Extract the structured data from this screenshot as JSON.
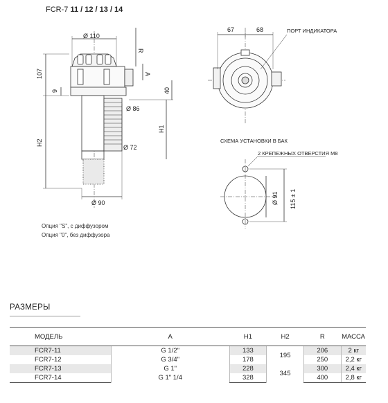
{
  "header": {
    "title_prefix": "FCR-7",
    "title_models": "11 / 12 / 13 / 14"
  },
  "drawing": {
    "dim_top_dia": "Ø 110",
    "dim_r": "R",
    "dim_a": "A",
    "dim_107": "107",
    "dim_9": "9",
    "dim_40": "40",
    "dim_86": "Ø 86",
    "dim_h1": "H1",
    "dim_h2": "H2",
    "dim_72": "Ø 72",
    "dim_90": "Ø 90",
    "top_dim_67": "67",
    "top_dim_68": "68",
    "port_label": "ПОРТ ИНДИКАТОРА",
    "install_title": "СХЕМА УСТАНОВКИ В БАК",
    "holes_label": "2 КРЕПЕЖНЫХ ОТВЕРСТИЯ М8",
    "dim_91": "Ø 91",
    "dim_115": "115 ± 1",
    "option_s": "Опция \"S\", с диффузором",
    "option_0": "Опция \"0\", без диффузора"
  },
  "sizes": {
    "section_title": "РАЗМЕРЫ",
    "headers": [
      "МОДЕЛЬ",
      "А",
      "H1",
      "H2",
      "R",
      "МАССА"
    ],
    "models": [
      "FCR7-11",
      "FCR7-12",
      "FCR7-13",
      "FCR7-14"
    ],
    "a_values": [
      "G 1/2\"",
      "G 3/4\"",
      "G 1\"",
      "G 1\" 1/4"
    ],
    "h1": [
      "133",
      "178",
      "228",
      "328"
    ],
    "h2": [
      "195",
      "345"
    ],
    "r": [
      "206",
      "250",
      "300",
      "400"
    ],
    "mass": [
      "2 кг",
      "2,2 кг",
      "2,4 кг",
      "2,8 кг"
    ]
  }
}
